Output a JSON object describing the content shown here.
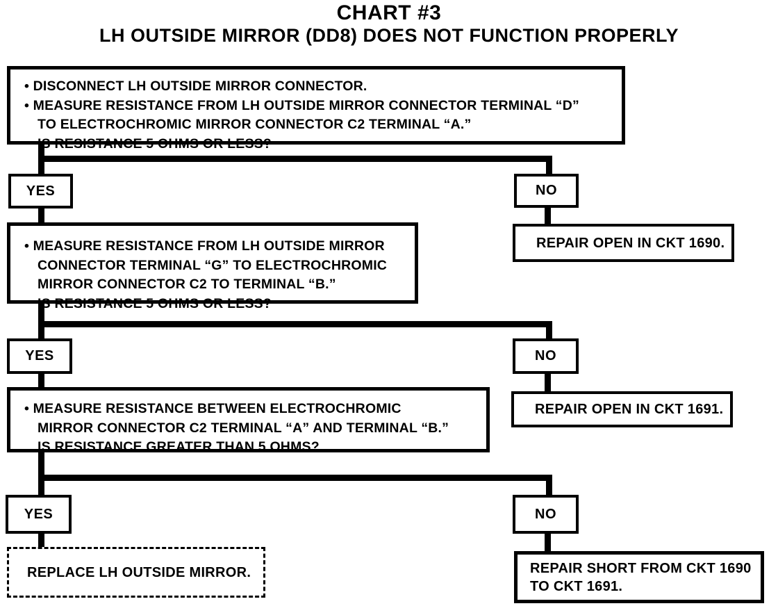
{
  "title": "CHART #3",
  "subtitle": "LH OUTSIDE MIRROR (DD8) DOES NOT FUNCTION PROPERLY",
  "labels": {
    "yes": "YES",
    "no": "NO"
  },
  "colors": {
    "ink": "#000000",
    "paper": "#ffffff"
  },
  "boxes": {
    "step1": {
      "lines": [
        "• DISCONNECT LH OUTSIDE MIRROR CONNECTOR.",
        "• MEASURE RESISTANCE FROM LH OUTSIDE MIRROR CONNECTOR TERMINAL “D”",
        "TO ELECTROCHROMIC MIRROR CONNECTOR C2 TERMINAL “A.”",
        "IS RESISTANCE 5 OHMS OR LESS?"
      ]
    },
    "step2": {
      "lines": [
        "• MEASURE RESISTANCE FROM LH OUTSIDE MIRROR",
        "CONNECTOR TERMINAL “G” TO ELECTROCHROMIC",
        "MIRROR CONNECTOR C2 TO TERMINAL “B.”",
        "IS RESISTANCE 5 OHMS OR LESS?"
      ]
    },
    "step3": {
      "lines": [
        "• MEASURE RESISTANCE BETWEEN ELECTROCHROMIC",
        "MIRROR CONNECTOR C2 TERMINAL “A” AND TERMINAL “B.”",
        "IS RESISTANCE GREATER THAN 5 OHMS?"
      ]
    },
    "repair_open_1690": "REPAIR OPEN IN CKT 1690.",
    "repair_open_1691": "REPAIR OPEN IN CKT 1691.",
    "replace_mirror": "REPLACE LH OUTSIDE MIRROR.",
    "repair_short": "REPAIR SHORT FROM CKT 1690\nTO CKT 1691."
  }
}
